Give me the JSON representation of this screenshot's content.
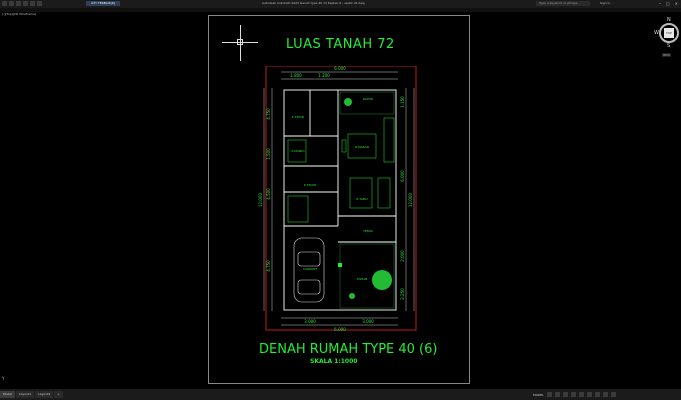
{
  "app": {
    "window_title": "Autodesk AutoCAD 2020   Denah type 40 72 Kapten 6 - sedot x8.dwg",
    "doc_tab": "GTY TERBAIK(6)",
    "search_placeholder": "Type a keyword or phrase",
    "signin": "Sign In",
    "view_label": "[-][Top][2D Wireframe]",
    "win_min": "–",
    "win_max": "□",
    "win_close": "×"
  },
  "drawing": {
    "title": "LUAS TANAH 72",
    "plan_title": "DENAH RUMAH TYPE 40 (6)",
    "scale": "SKALA 1:1000",
    "dims": {
      "top_total": "6.000",
      "top_left": "1.800",
      "top_mid": "1.200",
      "bottom_left": "3.000",
      "bottom_right": "3.000",
      "bottom_total": "6.000",
      "left_total": "12.000",
      "left_upper": "4.750",
      "left_mid": "1.500",
      "left_mid2": "4.500",
      "left_lower": "4.750",
      "right_total": "12.000",
      "right_upper": "1.150",
      "right_mid": "6.000",
      "right_lower": "2.000",
      "right_lower2": "2.250"
    },
    "rooms": {
      "kt_utama": "K.TIDUR",
      "dapur": "DAPUR",
      "km": "K.MANDI",
      "r_makan": "R.MAKAN",
      "kt2": "K.TIDUR",
      "r_tamu": "R.TAMU",
      "teras": "TERAS",
      "carport": "CARPORT",
      "taman": "TAMAN"
    }
  },
  "viewcube": {
    "n": "N",
    "s": "S",
    "w": "W",
    "top": "TOP",
    "wcs": "WCS"
  },
  "ucs": "Y",
  "layout_tabs": [
    "Model",
    "Layout1",
    "Layout2",
    "+"
  ],
  "status": {
    "model": "MODEL"
  }
}
